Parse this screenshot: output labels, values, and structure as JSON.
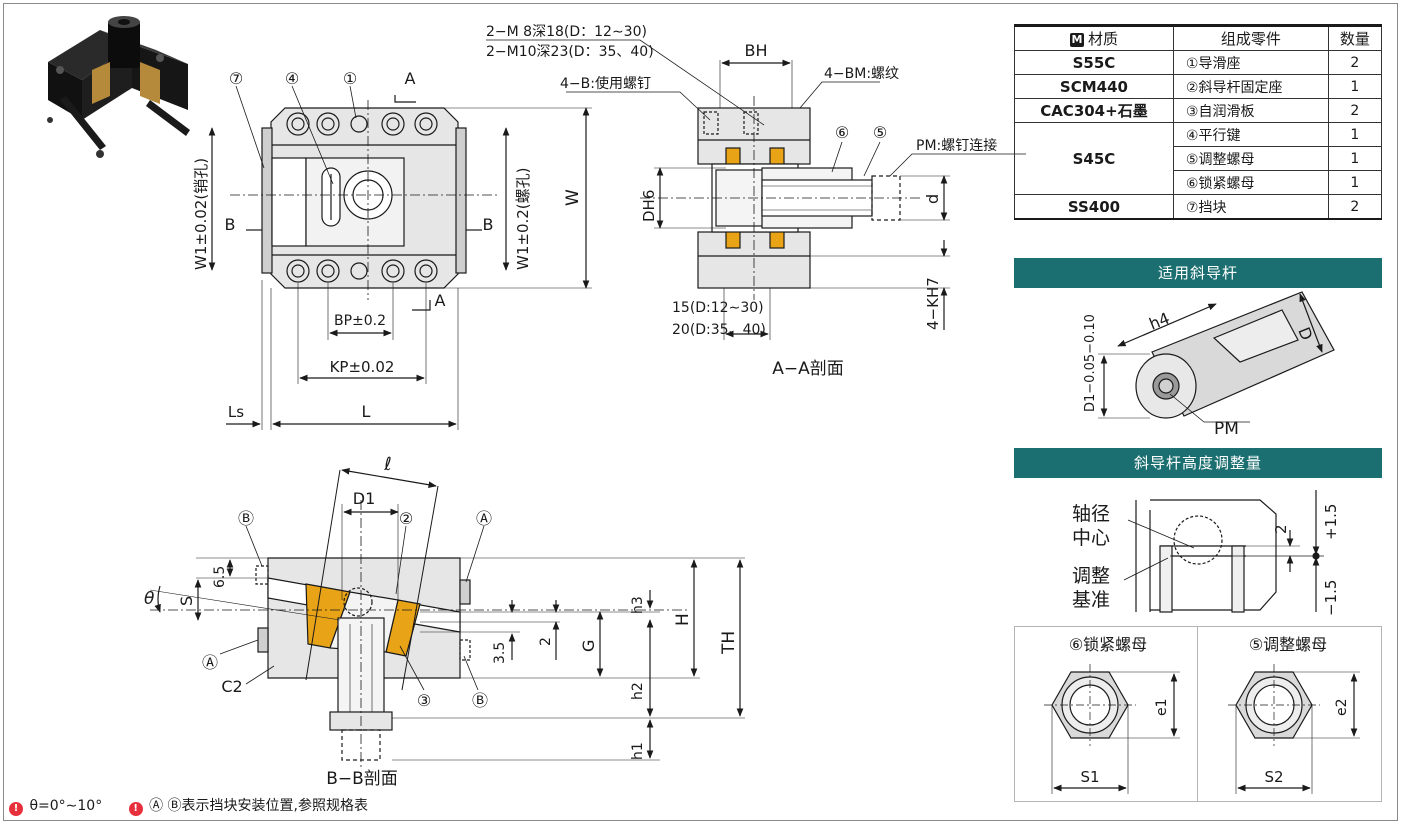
{
  "top_view": {
    "balloon_7": "⑦",
    "balloon_4": "④",
    "balloon_1": "①",
    "label_a_top": "A",
    "label_a_bottom": "A",
    "label_b_left": "B",
    "label_b_right": "B",
    "w1_pin": "W1±0.02(销孔)",
    "w1_screw": "W1±0.2(螺孔)",
    "w": "W",
    "bp": "BP±0.2",
    "kp": "KP±0.02",
    "ls": "Ls",
    "l": "L"
  },
  "section_aa": {
    "note_m8": "2−M 8深18(D：12∼30)",
    "note_m10": "2−M10深23(D：35、40)",
    "note_b": "4−B:使用螺钉",
    "bh": "BH",
    "note_bm": "4−BM:螺纹",
    "balloon_6": "⑥",
    "balloon_5": "⑤",
    "note_pm": "PM:螺钉连接",
    "dh6": "DH6",
    "d": "d",
    "kh7": "4−KH7",
    "dim_15": "15(D:12∼30)",
    "dim_20": "20(D:35、40)",
    "caption": "A−A剖面"
  },
  "section_bb": {
    "ell": "ℓ",
    "d1": "D1",
    "balloon_2": "②",
    "balloon_3": "③",
    "b_circ": "Ⓑ",
    "a_circ": "Ⓐ",
    "theta": "θ",
    "s": "S",
    "dim_65": "6.5",
    "h3": "h3",
    "h": "H",
    "th": "TH",
    "g": "G",
    "dim_35": "3.5",
    "dim_2": "2",
    "h2": "h2",
    "h1": "h1",
    "c2": "C2",
    "caption": "B−B剖面"
  },
  "spec_table": {
    "headers": [
      "材质",
      "组成零件",
      "数量"
    ],
    "header_icon": "M",
    "rows": [
      {
        "material": "S55C",
        "part": "①导滑座",
        "qty": "2"
      },
      {
        "material": "SCM440",
        "part": "②斜导杆固定座",
        "qty": "1"
      },
      {
        "material": "CAC304+石墨",
        "part": "③自润滑板",
        "qty": "2"
      },
      {
        "material": "S45C",
        "part": "④平行键",
        "qty": "1"
      },
      {
        "material": "",
        "part": "⑤调整螺母",
        "qty": "1"
      },
      {
        "material": "",
        "part": "⑥锁紧螺母",
        "qty": "1"
      },
      {
        "material": "SS400",
        "part": "⑦挡块",
        "qty": "2"
      }
    ]
  },
  "applicable_pin": {
    "banner": "适用斜导杆",
    "h4": "h4",
    "d": "D",
    "d1_tol": "D1−0.05−0.10",
    "pm": "PM"
  },
  "height_adjust": {
    "banner": "斜导杆高度调整量",
    "axis_center_1": "轴径",
    "axis_center_2": "中心",
    "adjust_ref_1": "调整",
    "adjust_ref_2": "基准",
    "plus": "+1.5",
    "minus": "−1.5",
    "two": "2"
  },
  "nuts": {
    "lock_title": "⑥锁紧螺母",
    "adjust_title": "⑤调整螺母",
    "e1": "e1",
    "e2": "e2",
    "s1": "S1",
    "s2": "S2"
  },
  "notes": {
    "theta_range": "θ=0°∼10°",
    "position_note": "Ⓐ Ⓑ表示挡块安装位置,参照规格表"
  },
  "colors": {
    "accent": "#1c6f70",
    "slide_plate": "#e8a317",
    "body_fill": "#d9d9d9",
    "note_icon": "#e8303c"
  }
}
